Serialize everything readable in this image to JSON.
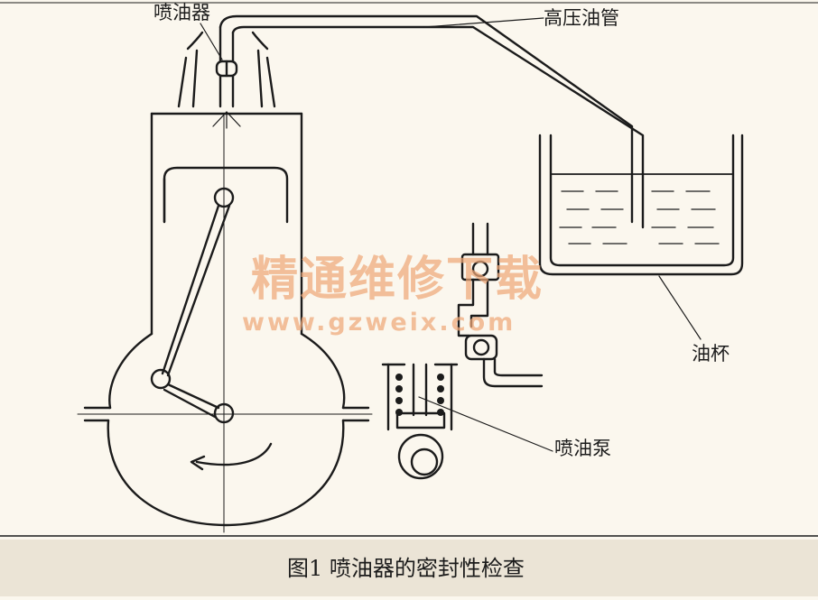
{
  "labels": {
    "injector": "喷油器",
    "high_pressure_pipe": "高压油管",
    "oil_cup": "油杯",
    "injection_pump": "喷油泵"
  },
  "watermark": {
    "text": "精通维修下载",
    "url": "www.gzweix.com"
  },
  "caption": "图1  喷油器的密封性检查",
  "colors": {
    "line": "#1b1b1b",
    "background": "#fbf7ee",
    "watermark": "#eea878",
    "caption_band": "#ebe4d6"
  }
}
